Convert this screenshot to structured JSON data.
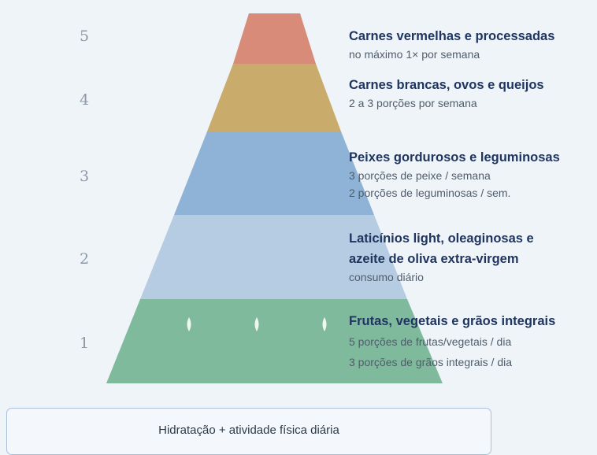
{
  "tiers": [
    {
      "level": "5",
      "title_lines": [
        "Carnes vermelhas e processadas"
      ],
      "desc_lines": [
        "no máximo 1× por semana"
      ],
      "color": "#d98b7a"
    },
    {
      "level": "4",
      "title_lines": [
        "Carnes brancas, ovos e queijos"
      ],
      "desc_lines": [
        "2 a 3 porções por semana"
      ],
      "color": "#c9ab6c"
    },
    {
      "level": "3",
      "title_lines": [
        "Peixes gordurosos e leguminosas"
      ],
      "desc_lines": [
        "3 porções de peixe / semana",
        "2 porções de leguminosas / sem."
      ],
      "color": "#8fb3d6"
    },
    {
      "level": "2",
      "title_lines": [
        "Laticínios light, oleaginosas e",
        "azeite de oliva extra-virgem"
      ],
      "desc_lines": [
        "consumo diário"
      ],
      "color": "#b6cce2"
    },
    {
      "level": "1",
      "title_lines": [
        "Frutas, vegetais e grãos integrais"
      ],
      "desc_lines": [
        "5 porções de frutas/vegetais / dia",
        "3 porções de grãos integrais / dia"
      ],
      "color": "#80ba9d"
    }
  ],
  "base_icons": [
    "leaf-icon",
    "leaf-icon",
    "leaf-icon"
  ],
  "footer": {
    "label": "Hidratação + atividade física diária"
  }
}
